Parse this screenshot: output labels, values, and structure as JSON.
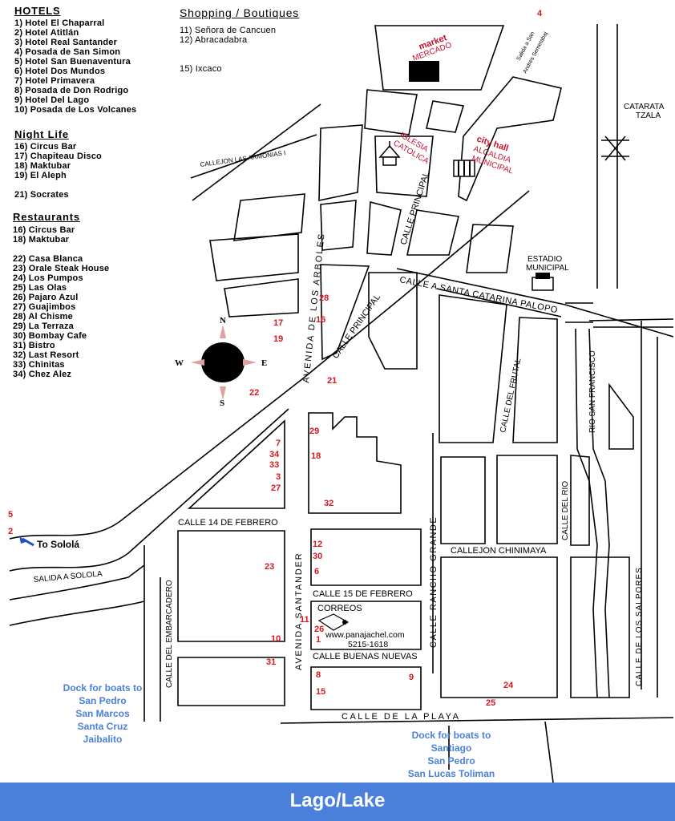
{
  "hotels": {
    "title": "HOTELS",
    "items": [
      "1) Hotel El Chaparral",
      "2) Hotel Atitlán",
      "3) Hotel Real Santander",
      "4) Posada de San Simon",
      "5) Hotel San Buenaventura",
      "6) Hotel Dos Mundos",
      "7) Hotel Primavera",
      "8) Posada de Don Rodrigo",
      "9) Hotel Del Lago",
      "10) Posada de Los Volcanes"
    ]
  },
  "shopping": {
    "title": "Shopping / Boutiques",
    "items": [
      "11) Señora de Cancuen",
      "12) Abracadabra",
      "15) Ixcaco"
    ]
  },
  "nightlife": {
    "title": "Night Life",
    "items": [
      "16) Circus Bar",
      "17) Chapiteau Disco",
      "18) Maktubar",
      "19) El Aleph",
      "21) Socrates"
    ]
  },
  "restaurants": {
    "title": "Restaurants",
    "items": [
      "16) Circus Bar",
      "18) Maktubar",
      "22) Casa Blanca",
      "23) Orale Steak House",
      "24) Los Pumpos",
      "25) Las Olas",
      "26) Pajaro Azul",
      "27) Guajimbos",
      "28) Al Chisme",
      "29) La Terraza",
      "30) Bombay Cafe",
      "31) Bistro",
      "32) Last Resort",
      "33) Chinitas",
      "34) Chez Alez"
    ]
  },
  "compass": {
    "n": "N",
    "s": "S",
    "e": "E",
    "w": "W"
  },
  "labels": {
    "market_en": "market",
    "market_es": "MERCADO",
    "iglesia": "IGLESIA",
    "catolica": "CATOLICA",
    "cityhall_en": "city hall",
    "alcaldia": "ALCALDIA",
    "municipal": "MUNICIPAL",
    "estadio": "ESTADIO",
    "estadio2": "MUNICIPAL",
    "catarata": "CATARATA",
    "tzala": "TZALA",
    "salida_san_andres_1": "Salida a San",
    "salida_san_andres_2": "Andres Semetabaj",
    "callejon_armonias": "CALLEJON LAS ARMONIAS I",
    "avenida_arboles": "AVENIDA DE LOS ARBOLES",
    "calle_principal_1": "CALLE PRINCIPAL",
    "calle_principal_2": "CALLE PRINCIPAL",
    "calle_santa_catarina": "CALLE A SANTA CATARINA PALOPO",
    "calle_frutal": "CALLE DEL FRUTAL",
    "rio_san_francisco": "RIO SAN FRANCISCO",
    "calle_rio": "CALLE DEL RIO",
    "calle_salpores": "CALLE DE LOS SALPORES",
    "calle_rancho": "CALLE RANCHO GRANDE",
    "callejon_chinimaya": "CALLEJON CHINIMAYA",
    "calle_14": "CALLE 14 DE FEBRERO",
    "calle_15": "CALLE 15 DE FEBRERO",
    "avenida_santander": "AVENIDA SANTANDER",
    "calle_embarcadero": "CALLE DEL EMBARCADERO",
    "calle_buenas_nuevas": "CALLE BUENAS NUEVAS",
    "calle_playa": "CALLE DE LA PLAYA",
    "correos": "CORREOS",
    "web": "www.panajachel.com",
    "phone": "5215-1618",
    "salida_solola": "SALIDA A SOLOLA",
    "to_solola": "To Sololá"
  },
  "dock_left": [
    "Dock for boats to",
    "San Pedro",
    "San Marcos",
    "Santa Cruz",
    "Jaibalito"
  ],
  "dock_right": [
    "Dock for boats to",
    "Santiago",
    "San Pedro",
    "San Lucas Toliman"
  ],
  "lake": "Lago/Lake",
  "markers": {
    "m4": "4",
    "m5": "5",
    "m2": "2",
    "m28": "28",
    "m17": "17",
    "m16": "16",
    "m19": "19",
    "m21": "21",
    "m22": "22",
    "m29": "29",
    "m7": "7",
    "m34": "34",
    "m18": "18",
    "m33": "33",
    "m3": "3",
    "m27": "27",
    "m32": "32",
    "m12": "12",
    "m30": "30",
    "m23": "23",
    "m6": "6",
    "m11": "11",
    "m26": "26",
    "m10": "10",
    "m1": "1",
    "m31": "31",
    "m8": "8",
    "m9": "9",
    "m15": "15",
    "m24": "24",
    "m25": "25"
  },
  "colors": {
    "marker": "#d8181e",
    "dock": "#4a7fdc",
    "lake": "#4a7fdc",
    "landmark": "#c8102e"
  }
}
